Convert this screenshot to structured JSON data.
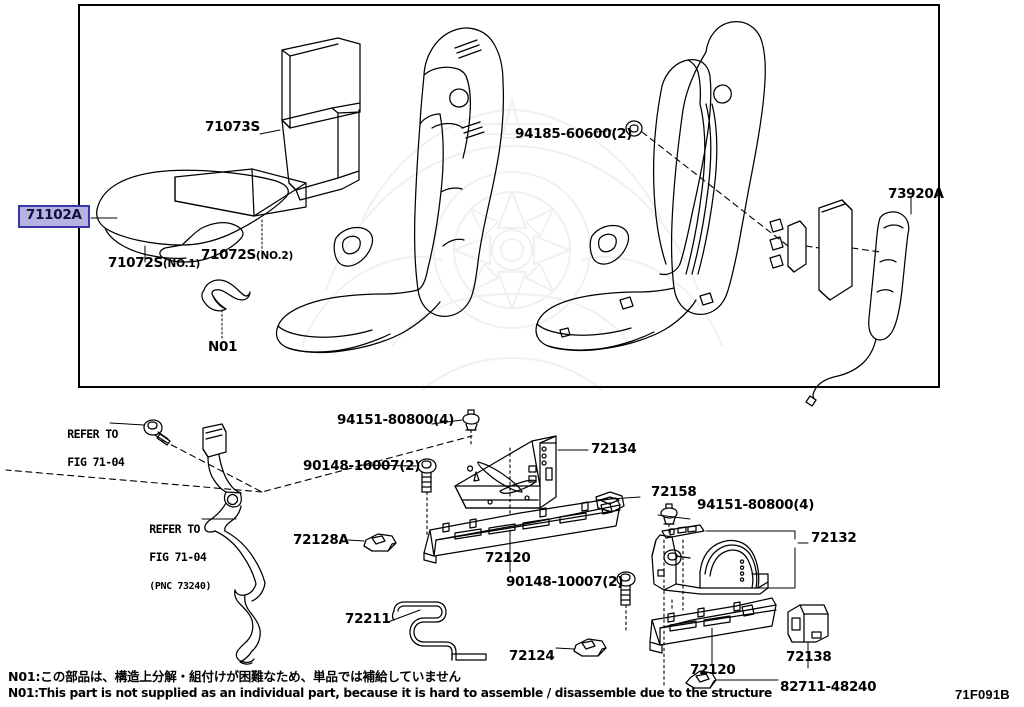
{
  "figure": {
    "id": "71F091B",
    "highlight_part": "71102A",
    "highlight_color": "#b7b2e2",
    "highlight_border": "#3a35a8"
  },
  "upper_panel": {
    "labels": [
      {
        "name": "seat-back-pad",
        "text": "71073S"
      },
      {
        "name": "seat-cushion-pad-no1",
        "text": "71072S",
        "suffix": "(NO.1)"
      },
      {
        "name": "seat-cushion-pad-no2",
        "text": "71072S",
        "suffix": "(NO.2)"
      },
      {
        "name": "bolt-94185-60600",
        "text": "94185-60600(2)"
      },
      {
        "name": "side-airbag-assembly",
        "text": "73920A"
      },
      {
        "name": "note-marker-n01",
        "text": "N01"
      }
    ]
  },
  "lower_panel": {
    "labels": [
      {
        "name": "refer-to-fig-upper",
        "line1": "REFER TO",
        "line2": "FIG 71-04",
        "line3": ""
      },
      {
        "name": "refer-to-fig-lower",
        "line1": "REFER TO",
        "line2": "FIG 71-04",
        "line3": "(PNC 73240)"
      },
      {
        "name": "nut-94151-80800-left",
        "text": "94151-80800(4)"
      },
      {
        "name": "bolt-90148-10007-left",
        "text": "90148-10007(2)"
      },
      {
        "name": "adjuster-bracket-72134",
        "text": "72134"
      },
      {
        "name": "seat-track-cover-72158",
        "text": "72158"
      },
      {
        "name": "nut-94151-80800-right",
        "text": "94151-80800(4)"
      },
      {
        "name": "seat-track-assembly-72132",
        "text": "72132"
      },
      {
        "name": "track-cap-72128a",
        "text": "72128A"
      },
      {
        "name": "seat-track-72120-left",
        "text": "72120"
      },
      {
        "name": "bolt-90148-10007-right",
        "text": "90148-10007(2)"
      },
      {
        "name": "seat-track-rod-72211",
        "text": "72211"
      },
      {
        "name": "track-cap-72124",
        "text": "72124"
      },
      {
        "name": "seat-track-72120-right",
        "text": "72120"
      },
      {
        "name": "track-end-cover-72138",
        "text": "72138"
      },
      {
        "name": "clip-82711-48240",
        "text": "82711-48240"
      }
    ]
  },
  "footnotes": {
    "japanese": "N01:この部品は、構造上分解・組付けが困難なため、単品では補給していません",
    "english": "N01:This part is not supplied as an individual part, because it is hard to assemble / disassemble due to the structure"
  }
}
